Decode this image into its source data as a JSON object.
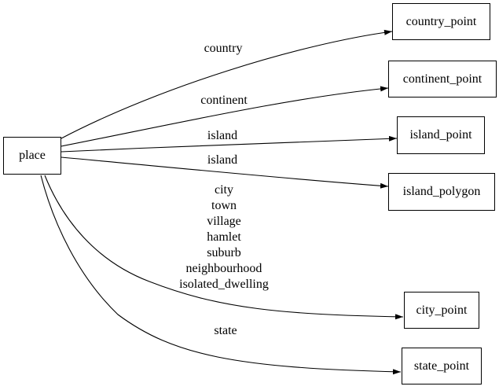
{
  "diagram": {
    "type": "directed-graph",
    "colors": {
      "background": "#ffffff",
      "stroke": "#000000",
      "text": "#000000"
    },
    "nodes": [
      {
        "id": "place",
        "label": "place"
      },
      {
        "id": "country_point",
        "label": "country_point"
      },
      {
        "id": "continent_point",
        "label": "continent_point"
      },
      {
        "id": "island_point",
        "label": "island_point"
      },
      {
        "id": "island_polygon",
        "label": "island_polygon"
      },
      {
        "id": "city_point",
        "label": "city_point"
      },
      {
        "id": "state_point",
        "label": "state_point"
      }
    ],
    "edges": [
      {
        "from": "place",
        "to": "country_point",
        "label": "country"
      },
      {
        "from": "place",
        "to": "continent_point",
        "label": "continent"
      },
      {
        "from": "place",
        "to": "island_point",
        "label": "island"
      },
      {
        "from": "place",
        "to": "island_polygon",
        "label": "island"
      },
      {
        "from": "place",
        "to": "city_point",
        "label": "city\ntown\nvillage\nhamlet\nsuburb\nneighbourhood\nisolated_dwelling"
      },
      {
        "from": "place",
        "to": "state_point",
        "label": "state"
      }
    ]
  }
}
